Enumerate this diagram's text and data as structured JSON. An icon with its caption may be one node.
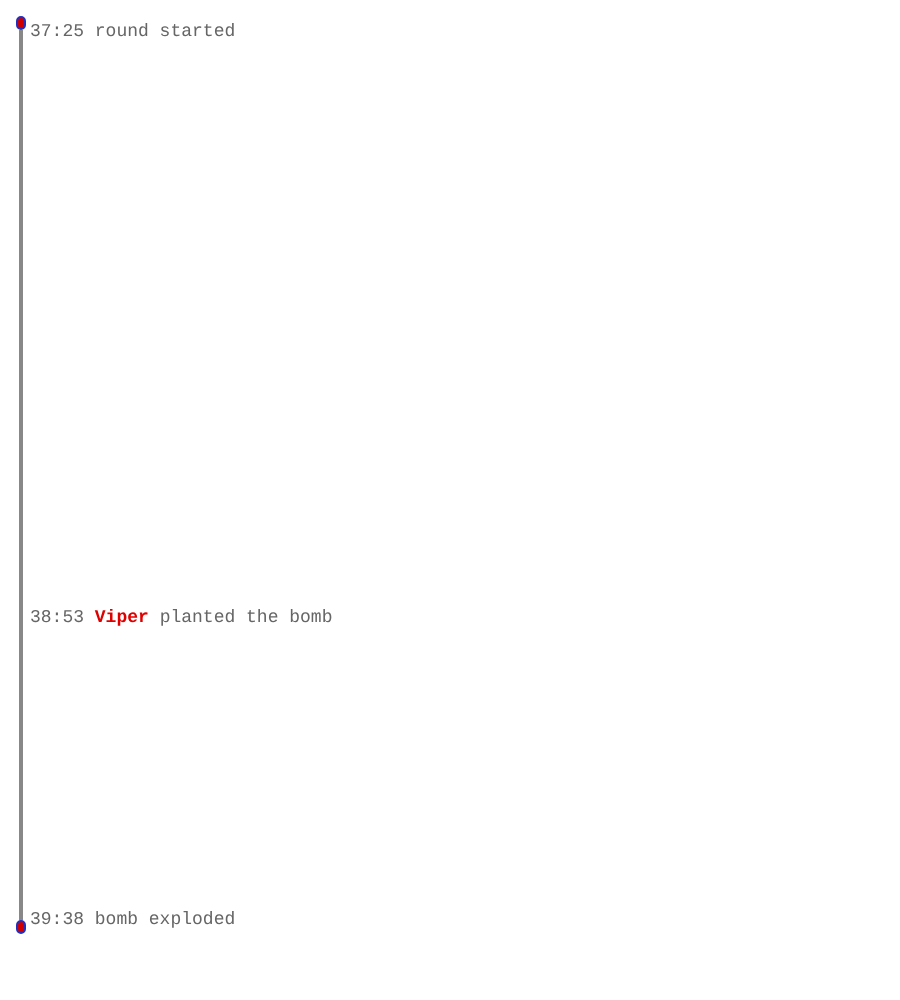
{
  "diagram": {
    "nodes": [
      {
        "text": [],
        "shape": "circle"
      },
      {
        "text": [],
        "shape": "circle"
      }
    ],
    "edges": [
      {
        "from": 0,
        "to": 1,
        "arrow": "none"
      }
    ],
    "labels": [
      "37:25 round started",
      "38:53 **Viper** planted the bomb",
      "39:38 bomb exploded"
    ]
  }
}
